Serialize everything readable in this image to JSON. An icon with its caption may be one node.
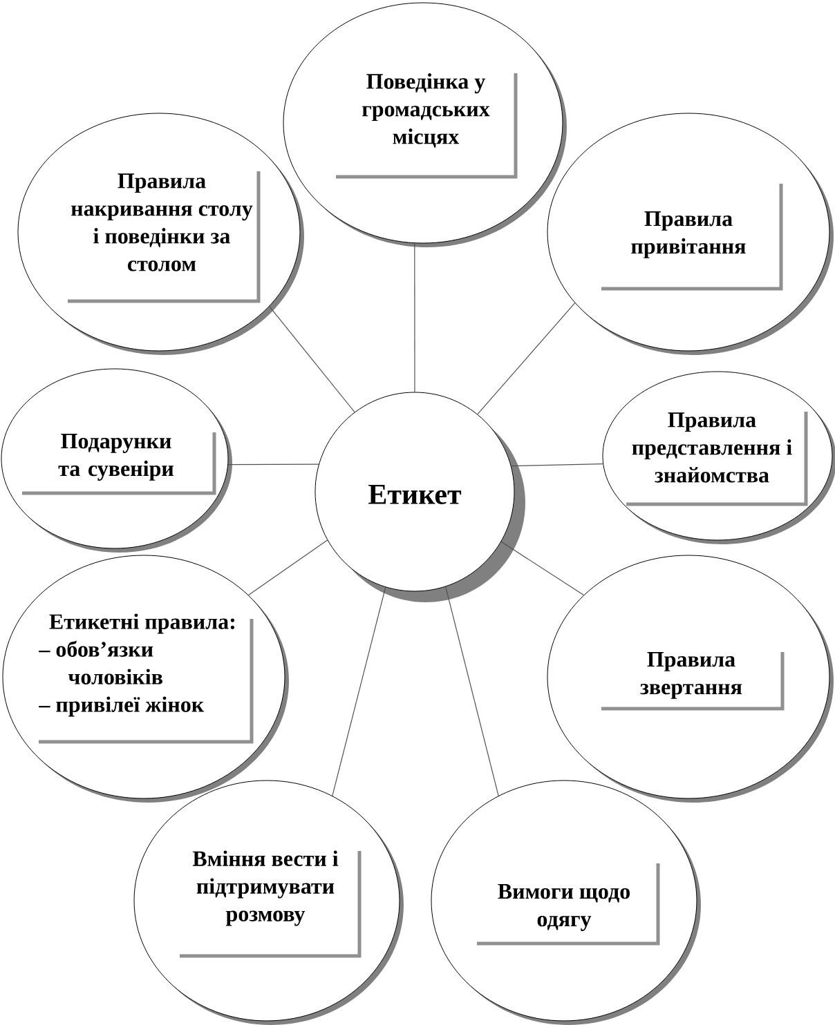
{
  "diagram": {
    "nodes": [
      {
        "text": [
          "Поведінка у громадських місцях"
        ]
      },
      {
        "text": [
          "Правила накривання столу і поведінки за столом"
        ]
      },
      {
        "text": [
          "Правила привітання"
        ]
      },
      {
        "text": [
          "Подарунки та сувеніри"
        ]
      },
      {
        "text": [
          "Етикет"
        ]
      },
      {
        "text": [
          "Правила представлення і знайомства"
        ]
      },
      {
        "text": [
          "Етикетні правила:",
          "– обов’язки чоловіків",
          "– привілеї жінок"
        ]
      },
      {
        "text": [
          "Правила звертання"
        ]
      },
      {
        "text": [
          "Вміння вести і підтримувати розмову"
        ]
      },
      {
        "text": [
          "Вимоги щодо одягу"
        ]
      }
    ],
    "edges": [
      {
        "from": 4,
        "to": 0,
        "arrow": "none"
      },
      {
        "from": 4,
        "to": 1,
        "arrow": "none"
      },
      {
        "from": 4,
        "to": 2,
        "arrow": "none"
      },
      {
        "from": 4,
        "to": 3,
        "arrow": "none"
      },
      {
        "from": 4,
        "to": 5,
        "arrow": "none"
      },
      {
        "from": 4,
        "to": 6,
        "arrow": "none"
      },
      {
        "from": 4,
        "to": 7,
        "arrow": "none"
      },
      {
        "from": 4,
        "to": 8,
        "arrow": "none"
      },
      {
        "from": 4,
        "to": 9,
        "arrow": "none"
      }
    ]
  }
}
